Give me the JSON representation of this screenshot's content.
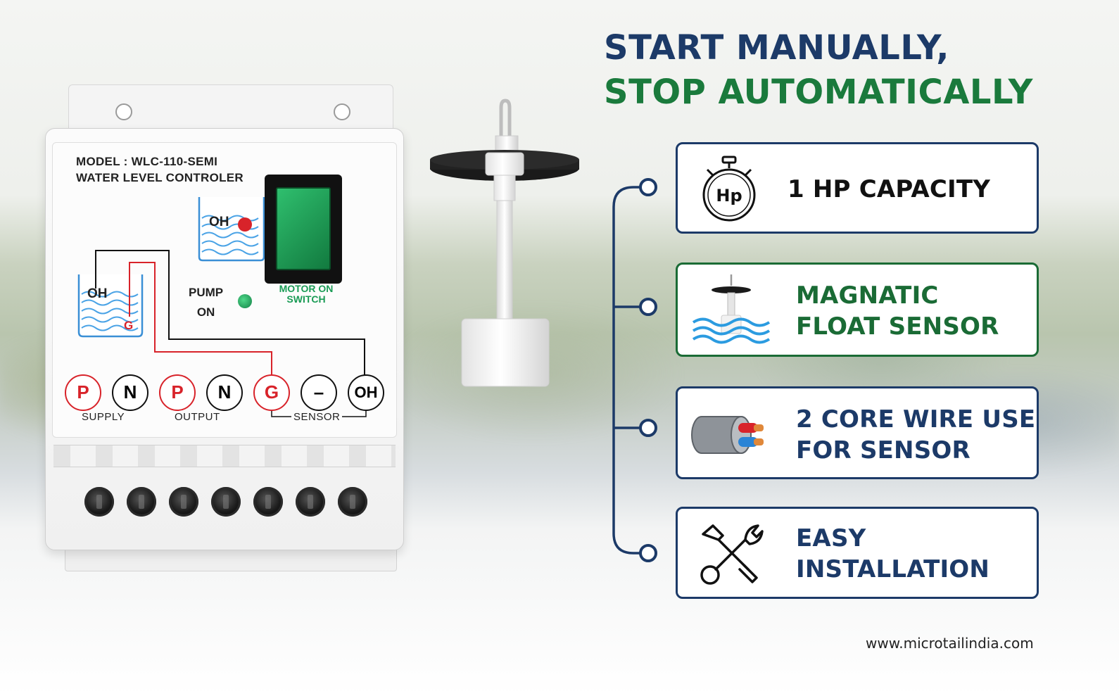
{
  "controller": {
    "model_line": "MODEL : WLC-110-SEMI",
    "name_line": "WATER LEVEL CONTROLER",
    "tank_upper_label": "OH",
    "tank_lower_label_oh": "OH",
    "tank_lower_label_g": "G",
    "pump_label_line1": "PUMP",
    "pump_label_line2": "ON",
    "switch_label_line1": "MOTOR ON",
    "switch_label_line2": "SWITCH",
    "terminals": [
      "P",
      "N",
      "P",
      "N",
      "G",
      "–",
      "OH"
    ],
    "groups": {
      "supply": "SUPPLY",
      "output": "OUTPUT",
      "sensor": "SENSOR"
    },
    "colors": {
      "red": "#d8232a",
      "green_led": "#1a9b55",
      "switch_green": "#1f9d55"
    }
  },
  "headline": {
    "line1": "START MANUALLY,",
    "line2": "STOP AUTOMATICALLY",
    "line1_color": "#1c3a68",
    "line2_color": "#1a7a3c"
  },
  "features": [
    {
      "icon": "stopwatch-hp-icon",
      "icon_text": "Hp",
      "line1": "1 HP CAPACITY",
      "line2": "",
      "color": "#111111"
    },
    {
      "icon": "float-sensor-water-icon",
      "line1": "MAGNATIC",
      "line2": "FLOAT SENSOR",
      "color": "#1a6b35"
    },
    {
      "icon": "two-core-wire-icon",
      "line1": "2 CORE WIRE USE",
      "line2": "FOR SENSOR",
      "color": "#1c3a68"
    },
    {
      "icon": "wrench-screwdriver-icon",
      "line1": "EASY",
      "line2": "INSTALLATION",
      "color": "#1c3a68"
    }
  ],
  "website": "www.microtailindia.com"
}
